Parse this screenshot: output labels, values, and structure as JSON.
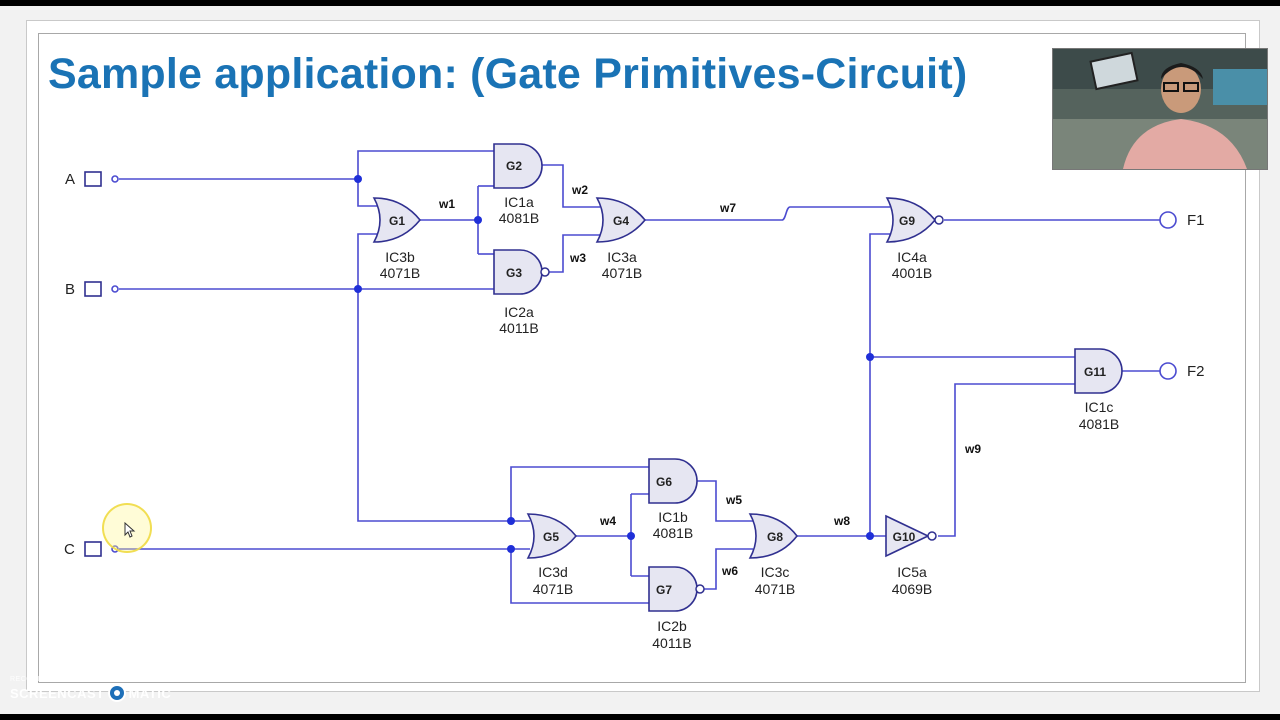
{
  "slide": {
    "title": "Sample application: (Gate Primitives-Circuit)"
  },
  "circuit": {
    "inputs": [
      {
        "id": "A",
        "label": "A"
      },
      {
        "id": "B",
        "label": "B"
      },
      {
        "id": "C",
        "label": "C"
      }
    ],
    "outputs": [
      {
        "id": "F1",
        "label": "F1"
      },
      {
        "id": "F2",
        "label": "F2"
      }
    ],
    "gates": [
      {
        "id": "G1",
        "label": "G1",
        "type": "or",
        "ic": "IC3b",
        "part": "4071B"
      },
      {
        "id": "G2",
        "label": "G2",
        "type": "and",
        "ic": "IC1a",
        "part": "4081B"
      },
      {
        "id": "G3",
        "label": "G3",
        "type": "nand",
        "ic": "IC2a",
        "part": "4011B"
      },
      {
        "id": "G4",
        "label": "G4",
        "type": "or",
        "ic": "IC3a",
        "part": "4071B"
      },
      {
        "id": "G5",
        "label": "G5",
        "type": "or",
        "ic": "IC3d",
        "part": "4071B"
      },
      {
        "id": "G6",
        "label": "G6",
        "type": "and",
        "ic": "IC1b",
        "part": "4081B"
      },
      {
        "id": "G7",
        "label": "G7",
        "type": "nand",
        "ic": "IC2b",
        "part": "4011B"
      },
      {
        "id": "G8",
        "label": "G8",
        "type": "or",
        "ic": "IC3c",
        "part": "4071B"
      },
      {
        "id": "G9",
        "label": "G9",
        "type": "nor",
        "ic": "IC4a",
        "part": "4001B"
      },
      {
        "id": "G10",
        "label": "G10",
        "type": "not",
        "ic": "IC5a",
        "part": "4069B"
      },
      {
        "id": "G11",
        "label": "G11",
        "type": "and",
        "ic": "IC1c",
        "part": "4081B"
      }
    ],
    "wires": [
      {
        "id": "w1",
        "label": "w1"
      },
      {
        "id": "w2",
        "label": "w2"
      },
      {
        "id": "w3",
        "label": "w3"
      },
      {
        "id": "w4",
        "label": "w4"
      },
      {
        "id": "w5",
        "label": "w5"
      },
      {
        "id": "w6",
        "label": "w6"
      },
      {
        "id": "w7",
        "label": "w7"
      },
      {
        "id": "w8",
        "label": "w8"
      },
      {
        "id": "w9",
        "label": "w9"
      }
    ]
  },
  "watermark": {
    "line1": "RECORDED WITH",
    "brand_left": "SCREENCAST",
    "brand_right": "MATIC"
  },
  "colors": {
    "title": "#1a73b5",
    "wire": "#4b4bd0",
    "junction": "#1f2fd8"
  }
}
